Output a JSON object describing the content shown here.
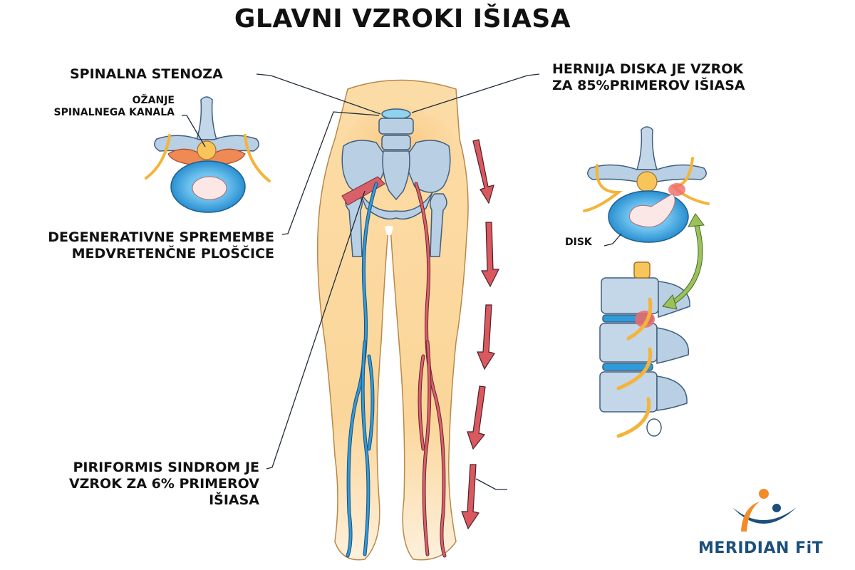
{
  "title": "GLAVNI VZROKI IŠIASA",
  "labels": {
    "spinal_stenosis": "SPINALNA STENOZA",
    "canal_narrowing_line1": "OŽANJE",
    "canal_narrowing_line2": "SPINALNEGA KANALA",
    "disc_hernia_line1": "HERNIJA DISKA JE VZROK",
    "disc_hernia_line2": "ZA 85%PRIMEROV IŠIASA",
    "degenerative_line1": "DEGENERATIVNE SPREMEMBE",
    "degenerative_line2": "MEDVRETENČNE PLOŠČICE",
    "piriformis_line1": "PIRIFORMIS SINDROM JE",
    "piriformis_line2": "VZROK ZA 6% PRIMEROV",
    "piriformis_line3": "IŠIASA",
    "disk": "DISK"
  },
  "logo": {
    "text": "MERIDIAN FiT",
    "colors": {
      "orange": "#f28c28",
      "navy": "#1b4f7c"
    }
  },
  "colors": {
    "skin": "#fbd9a0",
    "skin_outline": "#b8884a",
    "bone": "#b9cfe3",
    "bone_outline": "#3f5f80",
    "nerve_left": "#2f9bd8",
    "nerve_right": "#d9606a",
    "arrow": "#d9595f",
    "disk_blue": "#3aa5e0",
    "nerve_yellow": "#f4b43a",
    "green_arrow": "#9bc25a"
  }
}
